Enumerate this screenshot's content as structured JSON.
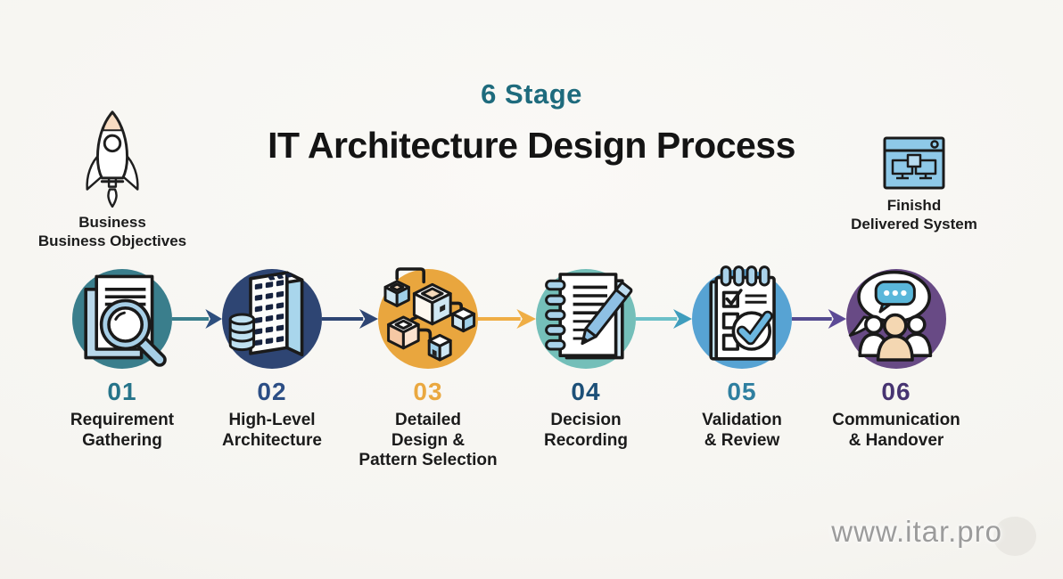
{
  "header": {
    "stage_count_label": "6 Stage",
    "title": "IT Architecture Design Process"
  },
  "start_node": {
    "icon": "rocket-icon",
    "lines": [
      "Business",
      "Business Objectives"
    ]
  },
  "end_node": {
    "icon": "delivered-system-icon",
    "lines": [
      "Finishd",
      "Delivered System"
    ]
  },
  "stages": [
    {
      "number": "01",
      "label_lines": [
        "Requirement",
        "Gathering"
      ],
      "icon": "document-search-icon",
      "circle_color": "#3A7E8C",
      "number_color": "#26748A",
      "arrow_to_next": {
        "line_color": "#3A7E8C",
        "head_color": "#2E4F7E"
      }
    },
    {
      "number": "02",
      "label_lines": [
        "High-Level",
        "Architecture"
      ],
      "icon": "building-database-icon",
      "circle_color": "#2E4573",
      "number_color": "#2C4E85",
      "arrow_to_next": {
        "line_color": "#2E4573",
        "head_color": "#2E4573"
      }
    },
    {
      "number": "03",
      "label_lines": [
        "Detailed",
        "Design &",
        "Pattern Selection"
      ],
      "icon": "connected-blocks-icon",
      "circle_color": "#E9A63E",
      "number_color": "#EAA840",
      "arrow_to_next": {
        "line_color": "#EFAE45",
        "head_color": "#EFAE45"
      }
    },
    {
      "number": "04",
      "label_lines": [
        "Decision",
        "Recording"
      ],
      "icon": "notebook-pen-icon",
      "circle_color": "#74BFB9",
      "number_color": "#1D5078",
      "arrow_to_next": {
        "line_color": "#6CC0C8",
        "head_color": "#3F9DBD"
      }
    },
    {
      "number": "05",
      "label_lines": [
        "Validation",
        "& Review"
      ],
      "icon": "checklist-icon",
      "circle_color": "#57A3D3",
      "number_color": "#2F7FA0",
      "arrow_to_next": {
        "line_color": "#544B8F",
        "head_color": "#5C4A96"
      }
    },
    {
      "number": "06",
      "label_lines": [
        "Communication",
        "& Handover"
      ],
      "icon": "people-chat-icon",
      "circle_color": "#684A85",
      "number_color": "#473472"
    }
  ],
  "watermark": "www.itar.pro",
  "colors": {
    "background": "#F7F6F3",
    "subtitle_color": "#1E6B7D",
    "title_color": "#141414",
    "label_color": "#1B1B1B",
    "watermark_color": "#9C9C9C"
  }
}
